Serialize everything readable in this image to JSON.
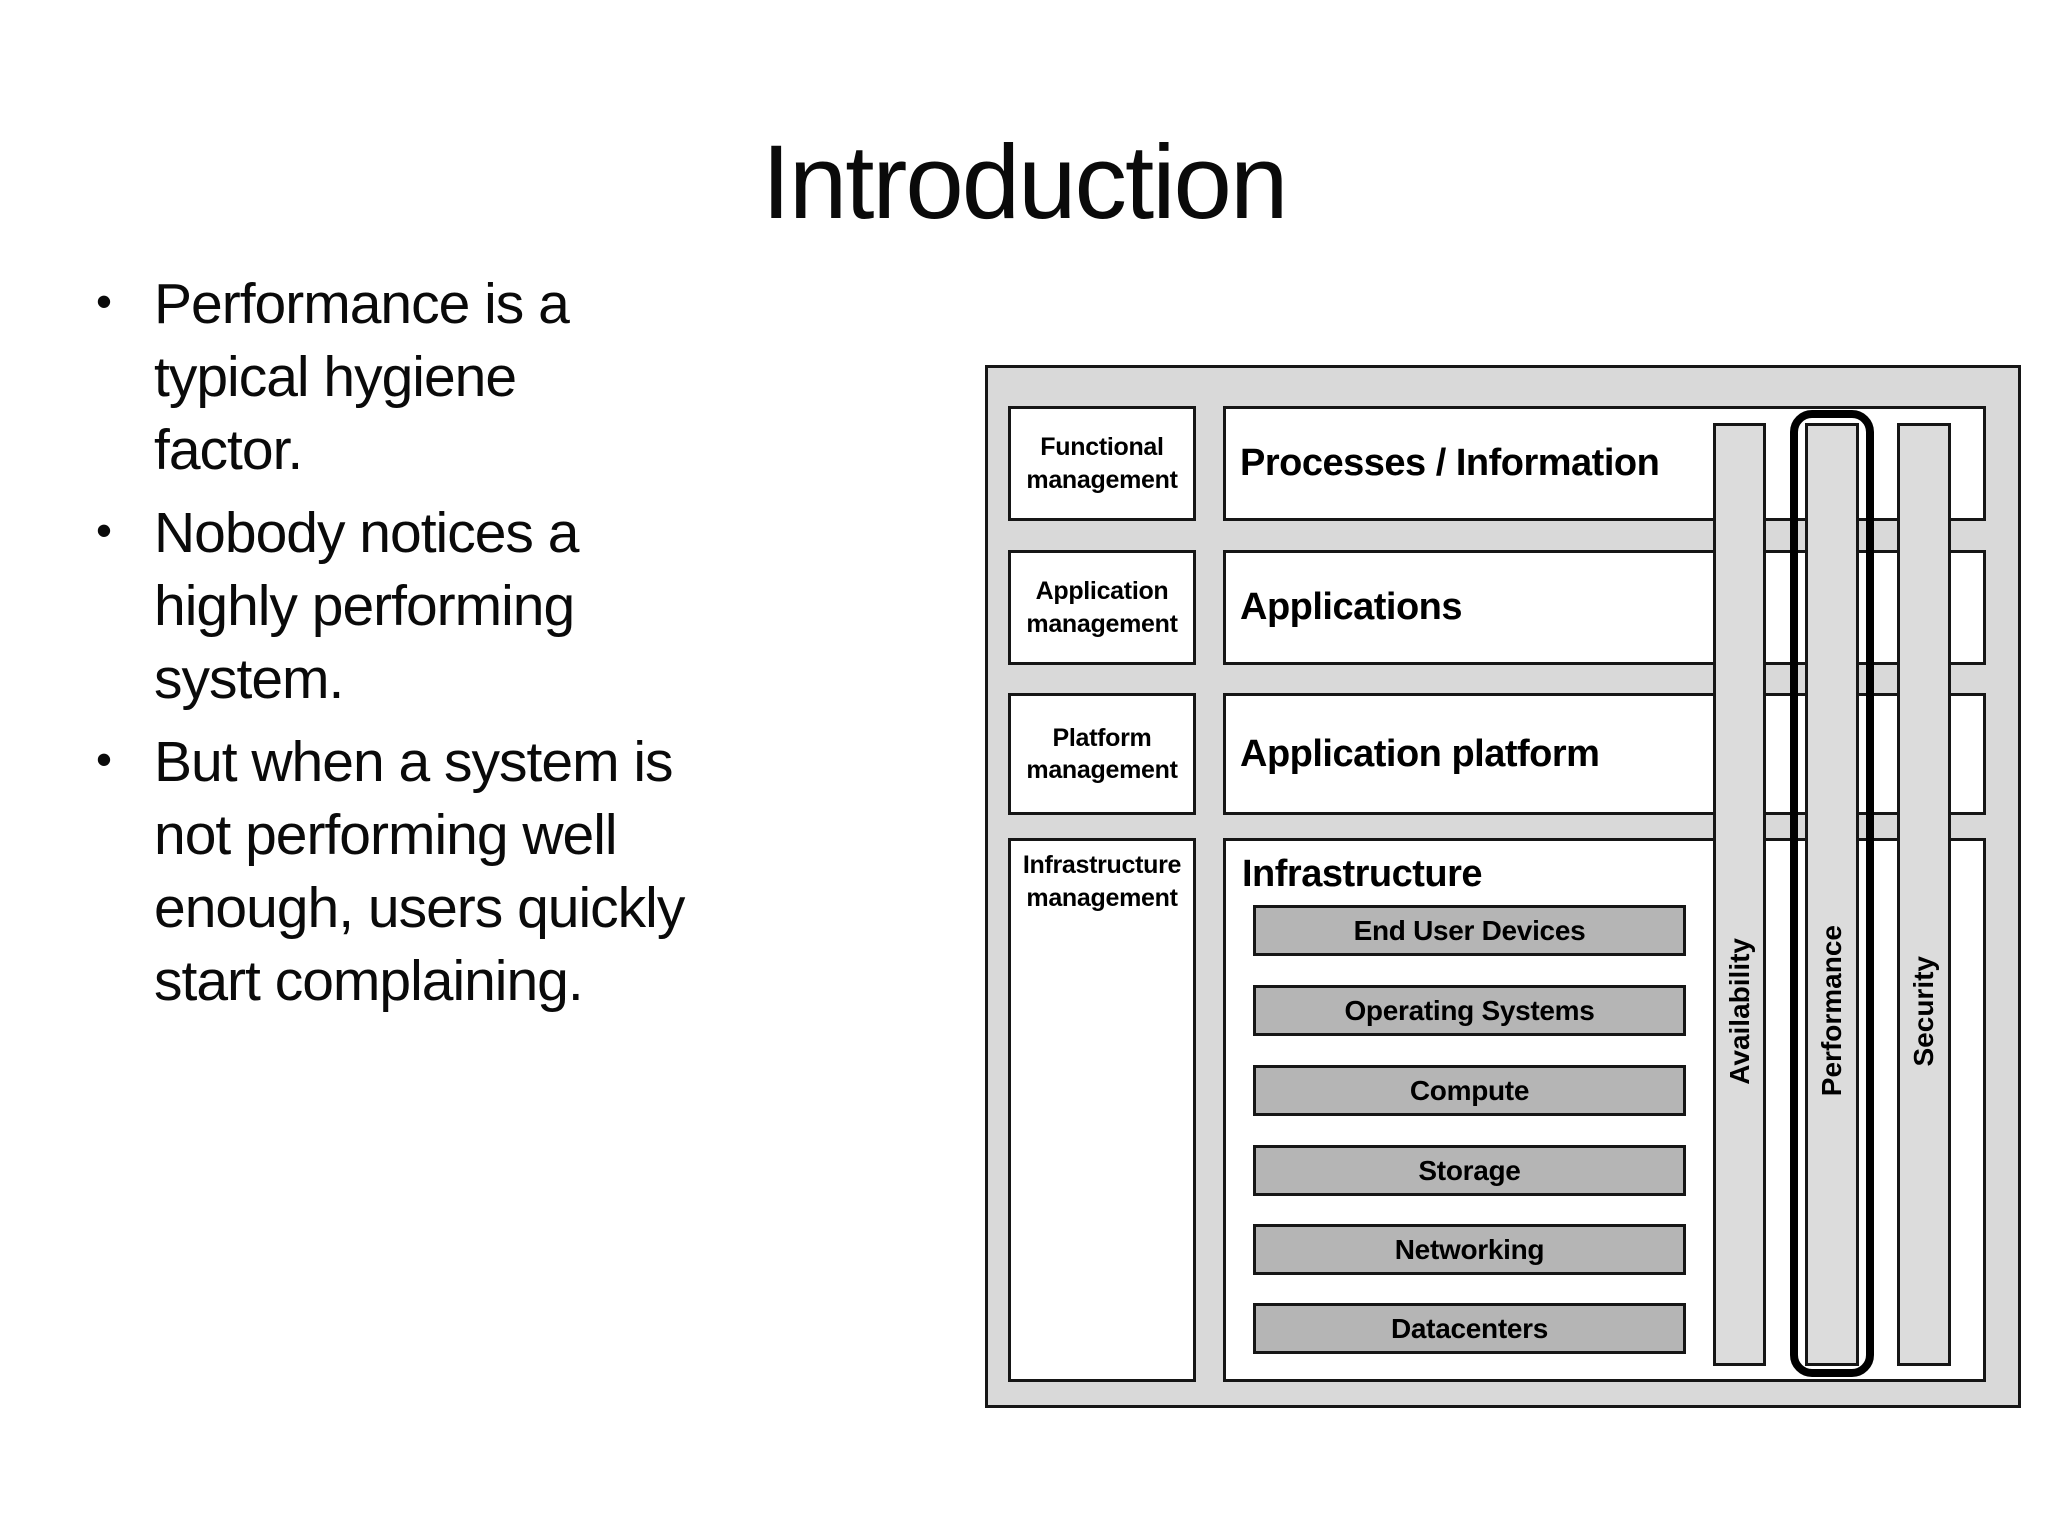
{
  "slide": {
    "title": "Introduction"
  },
  "bullets": [
    {
      "text": "Performance is a\ntypical hygiene\nfactor."
    },
    {
      "text": "Nobody notices a\nhighly performing\nsystem."
    },
    {
      "text": "But when a system is\nnot performing well\nenough, users quickly\nstart complaining."
    }
  ],
  "diagram": {
    "management_column": [
      {
        "label": "Functional\nmanagement"
      },
      {
        "label": "Application\nmanagement"
      },
      {
        "label": "Platform\nmanagement"
      },
      {
        "label": "Infrastructure\nmanagement"
      }
    ],
    "layer_rows": [
      {
        "label": "Processes / Information"
      },
      {
        "label": "Applications"
      },
      {
        "label": "Application platform"
      },
      {
        "label": "Infrastructure"
      }
    ],
    "infrastructure_stack": [
      "End User Devices",
      "Operating Systems",
      "Compute",
      "Storage",
      "Networking",
      "Datacenters"
    ],
    "quality_bars": [
      {
        "label": "Availability",
        "highlighted": false
      },
      {
        "label": "Performance",
        "highlighted": true
      },
      {
        "label": "Security",
        "highlighted": false
      }
    ],
    "colors": {
      "container_fill": "#d9d9d9",
      "box_fill": "#ffffff",
      "stack_fill": "#b5b5b5",
      "bar_fill": "#dcdcdc",
      "border": "#161616",
      "highlight_outline": "#000000"
    }
  }
}
